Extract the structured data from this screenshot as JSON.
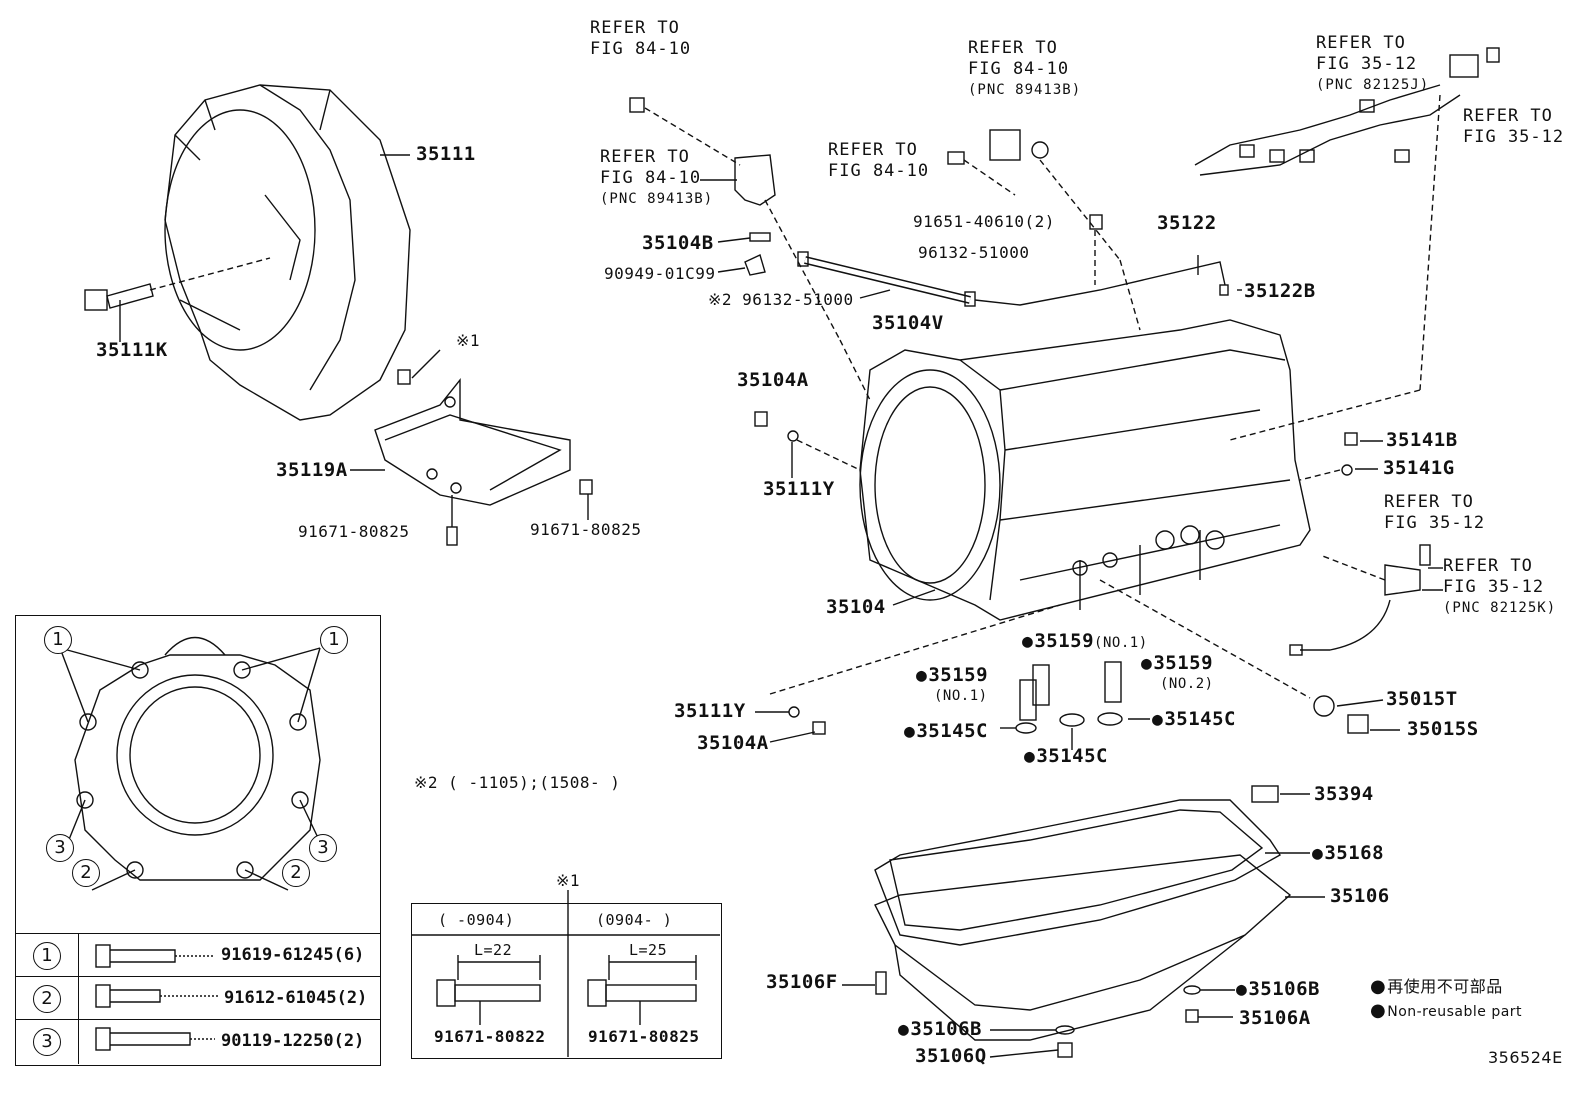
{
  "diagram_id": "356524E",
  "parts": {
    "p35111": "35111",
    "p35111k": "35111K",
    "p35119a": "35119A",
    "p91671_80825_a": "91671-80825",
    "p91671_80825_b": "91671-80825",
    "note1_mark": "※1",
    "p35104b": "35104B",
    "p90949": "90949-01C99",
    "p96132_note": "※2 96132-51000",
    "p35104v": "35104V",
    "p91651": "91651-40610(2)",
    "p96132": "96132-51000",
    "p35122": "35122",
    "p35122b": "35122B",
    "p35104a_top": "35104A",
    "p35111y_top": "35111Y",
    "p35141b": "35141B",
    "p35141g": "35141G",
    "p35104": "35104",
    "p35159_top": "35159",
    "p35159_top_sub": "(NO.1)",
    "p35159_left": "35159",
    "p35159_left_sub": "(NO.1)",
    "p35159_right": "35159",
    "p35159_right_sub": "(NO.2)",
    "p35145c_left": "35145C",
    "p35145c_right": "35145C",
    "p35145c_bottom": "35145C",
    "p35111y_bottom": "35111Y",
    "p35104a_bottom": "35104A",
    "p35015t": "35015T",
    "p35015s": "35015S",
    "p35394": "35394",
    "p35168": "35168",
    "p35106": "35106",
    "p35106f": "35106F",
    "p35106b_right": "35106B",
    "p35106a": "35106A",
    "p35106b_left": "35106B",
    "p35106q": "35106Q",
    "note2": "※2 (      -1105);(1508-      )"
  },
  "refs": {
    "ref_top_left": [
      "REFER TO",
      "FIG 84-10"
    ],
    "ref_mid_left": [
      "REFER TO",
      "FIG 84-10",
      "(PNC 89413B)"
    ],
    "ref_top_center": [
      "REFER TO",
      "FIG 84-10",
      "(PNC 89413B)"
    ],
    "ref_center": [
      "REFER TO",
      "FIG 84-10"
    ],
    "ref_top_right": [
      "REFER TO",
      "FIG 35-12",
      "(PNC 82125J)"
    ],
    "ref_right": [
      "REFER TO",
      "FIG 35-12"
    ],
    "ref_right_lower": [
      "REFER TO",
      "FIG 35-12"
    ],
    "ref_right_lowest": [
      "REFER TO",
      "FIG 35-12",
      "(PNC 82125K)"
    ]
  },
  "legend_box": {
    "markers": [
      "1",
      "1",
      "2",
      "2",
      "3",
      "3"
    ],
    "rows": [
      {
        "key": "1",
        "part": "91619-61245(6)"
      },
      {
        "key": "2",
        "part": "91612-61045(2)"
      },
      {
        "key": "3",
        "part": "90119-12250(2)"
      }
    ]
  },
  "bolt_box": {
    "title": "※1",
    "left_header": "(      -0904)",
    "right_header": "(0904-      )",
    "left_length": "L=22",
    "right_length": "L=25",
    "left_part": "91671-80822",
    "right_part": "91671-80825"
  },
  "key_legend": {
    "jp": "再使用不可部品",
    "en": "Non-reusable part"
  }
}
